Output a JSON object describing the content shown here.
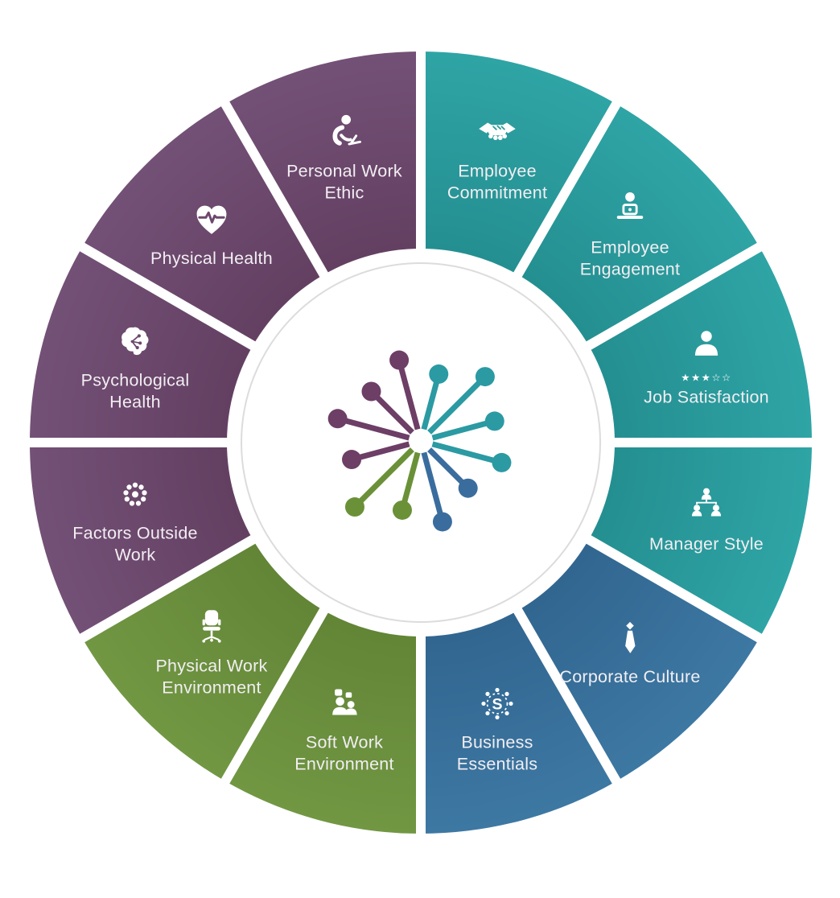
{
  "diagram": {
    "ring_color": "#dcdcdc",
    "groups": {
      "teal": {
        "base": "#2a9b9c",
        "inner": "#248f91",
        "outer": "#2fa4a5",
        "logo": "#2b9aa3"
      },
      "blue": {
        "base": "#38719b",
        "inner": "#316690",
        "outer": "#3d78a3",
        "logo": "#3a6d9e"
      },
      "green": {
        "base": "#6b8f3c",
        "inner": "#628536",
        "outer": "#719743",
        "logo": "#6b9138"
      },
      "purple": {
        "base": "#6c486d",
        "inner": "#634062",
        "outer": "#735076",
        "logo": "#6d3e66"
      }
    },
    "segments": [
      {
        "id": "employee-commitment",
        "label": "Employee\nCommitment",
        "group": "teal",
        "icon": "handshake-icon"
      },
      {
        "id": "employee-engagement",
        "label": "Employee\nEngagement",
        "group": "teal",
        "icon": "person-laptop-icon"
      },
      {
        "id": "job-satisfaction",
        "label": "Job Satisfaction",
        "group": "teal",
        "icon": "person-rating-icon",
        "stars": "★★★☆☆"
      },
      {
        "id": "manager-style",
        "label": "Manager Style",
        "group": "teal",
        "icon": "org-chart-icon"
      },
      {
        "id": "corporate-culture",
        "label": "Corporate Culture",
        "group": "blue",
        "icon": "necktie-icon"
      },
      {
        "id": "business-essentials",
        "label": "Business\nEssentials",
        "group": "blue",
        "icon": "dollar-network-icon",
        "icon_glyph": "S"
      },
      {
        "id": "soft-work-environment",
        "label": "Soft Work\nEnvironment",
        "group": "green",
        "icon": "people-group-icon"
      },
      {
        "id": "physical-work-environment",
        "label": "Physical Work\nEnvironment",
        "group": "green",
        "icon": "office-chair-icon"
      },
      {
        "id": "factors-outside-work",
        "label": "Factors Outside\nWork",
        "group": "purple",
        "icon": "dots-circle-icon"
      },
      {
        "id": "psychological-health",
        "label": "Psychological\nHealth",
        "group": "purple",
        "icon": "brain-icon"
      },
      {
        "id": "physical-health",
        "label": "Physical Health",
        "group": "purple",
        "icon": "heart-pulse-icon"
      },
      {
        "id": "personal-work-ethic",
        "label": "Personal Work\nEthic",
        "group": "purple",
        "icon": "person-working-icon"
      }
    ],
    "center_logo": {
      "spokes": [
        {
          "angle": 15,
          "length": 86,
          "group": "teal"
        },
        {
          "angle": 45,
          "length": 113,
          "group": "teal"
        },
        {
          "angle": 75,
          "length": 95,
          "group": "teal"
        },
        {
          "angle": 105,
          "length": 104,
          "group": "teal"
        },
        {
          "angle": 135,
          "length": 83,
          "group": "blue"
        },
        {
          "angle": 165,
          "length": 104,
          "group": "blue"
        },
        {
          "angle": 195,
          "length": 89,
          "group": "green"
        },
        {
          "angle": 225,
          "length": 116,
          "group": "green"
        },
        {
          "angle": 255,
          "length": 89,
          "group": "purple"
        },
        {
          "angle": 285,
          "length": 107,
          "group": "purple"
        },
        {
          "angle": 315,
          "length": 87,
          "group": "purple"
        },
        {
          "angle": 345,
          "length": 104,
          "group": "purple"
        }
      ]
    }
  }
}
